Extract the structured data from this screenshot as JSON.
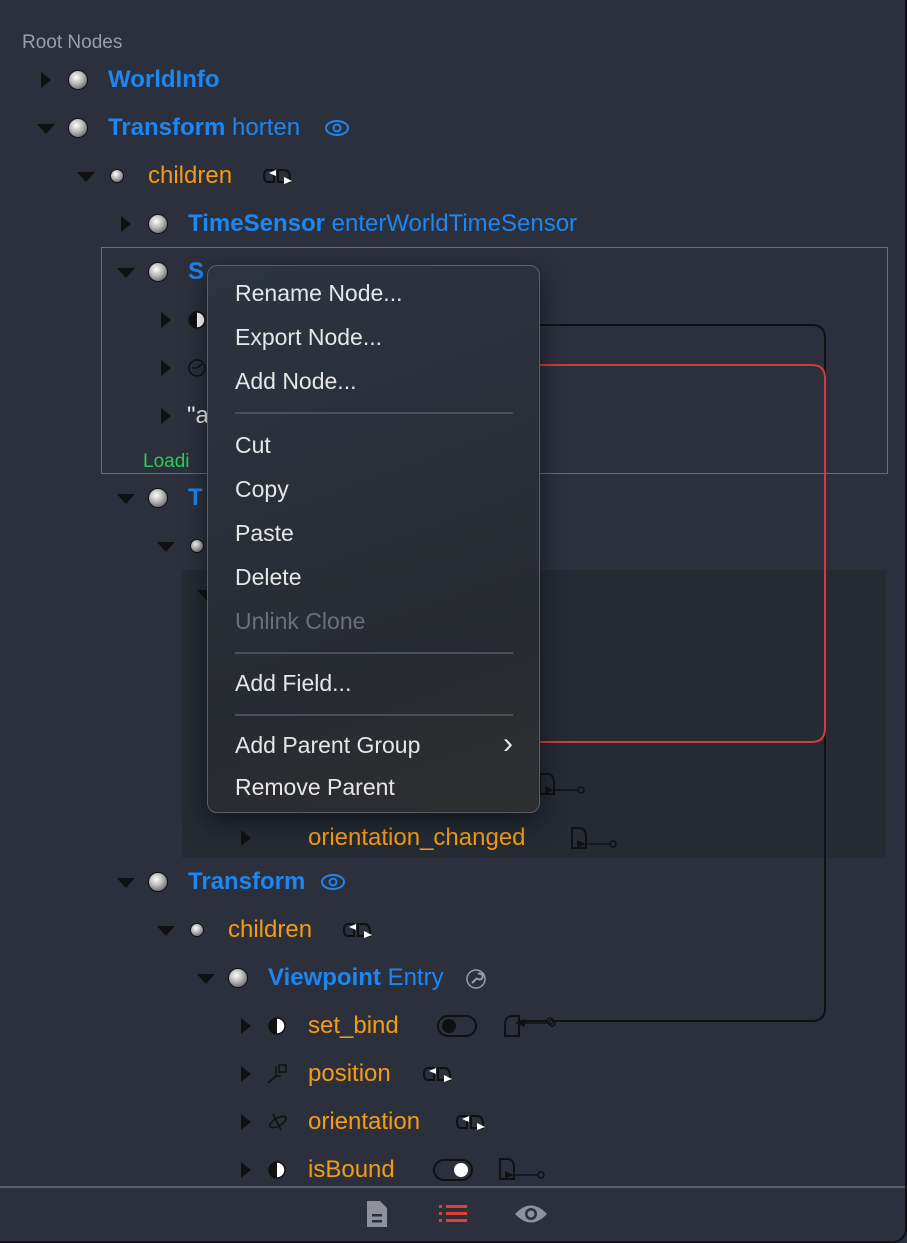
{
  "header": "Root Nodes",
  "tree": {
    "worldinfo": {
      "type": "WorldInfo"
    },
    "transform1": {
      "type": "Transform",
      "name": " horten"
    },
    "children1": {
      "label": "children"
    },
    "timesensor": {
      "type": "TimeSensor",
      "name": " enterWorldTimeSensor"
    },
    "script": {
      "type": "S"
    },
    "field_string": {
      "label": "\"a"
    },
    "loading": "Loadi",
    "transform2": {
      "type": "T"
    },
    "orientation_changed": {
      "label": "orientation_changed"
    },
    "transform3": {
      "type": "Transform"
    },
    "children2": {
      "label": "children"
    },
    "viewpoint": {
      "type": "Viewpoint",
      "name": " Entry"
    },
    "set_bind": {
      "label": "set_bind",
      "value": false
    },
    "position": {
      "label": "position"
    },
    "orientation": {
      "label": "orientation"
    },
    "isBound": {
      "label": "isBound",
      "value": true
    }
  },
  "context_menu": {
    "rename": "Rename Node...",
    "export": "Export Node...",
    "add_node": "Add Node...",
    "cut": "Cut",
    "copy": "Copy",
    "paste": "Paste",
    "delete": "Delete",
    "unlink": "Unlink Clone",
    "add_field": "Add Field...",
    "add_parent": "Add Parent Group",
    "submenu_arrow": "›",
    "remove_parent": "Remove Parent"
  },
  "footer": {
    "icons": [
      "document-icon",
      "list-icon",
      "eye-icon"
    ],
    "active": "list-icon"
  },
  "colors": {
    "node": "#1d86f0",
    "field": "#f39c12",
    "selection": "#1f7fe0",
    "route_red": "#d23c3c",
    "active_tab": "#e0403a"
  }
}
